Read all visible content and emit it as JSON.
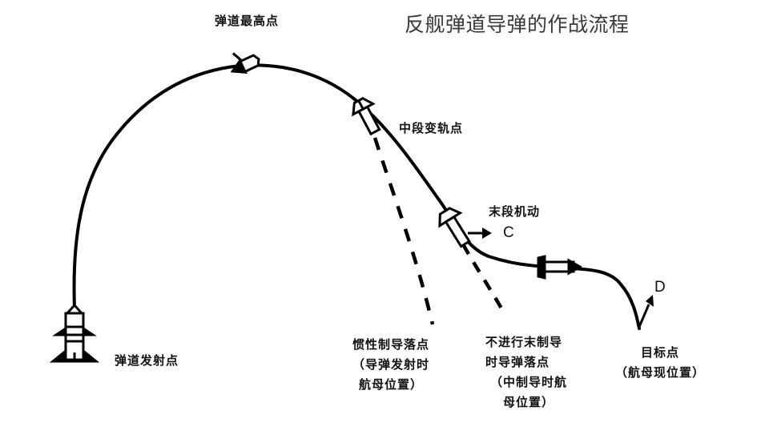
{
  "title": "反舰弹道导弹的作战流程",
  "colors": {
    "background": "#ffffff",
    "line": "#000000",
    "text": "#111111",
    "title": "#3a3a3a"
  },
  "labels": {
    "apex": "弹道最高点",
    "midcourse_turn": "中段变轨点",
    "terminal_maneuver": "末段机动",
    "launch_point": "弹道发射点",
    "point_c": "C",
    "point_d": "D",
    "inertial_impact": [
      "惯性制导落点",
      "（导弹发射时",
      "航母位置）"
    ],
    "no_terminal_impact": [
      "不进行末制导",
      "时导弹落点",
      "（中制导时航",
      "母位置）"
    ],
    "target_point": [
      "目标点",
      "（航母现位置）"
    ]
  },
  "icons": {
    "launcher": "missile-launcher-icon",
    "missile": "missile-icon",
    "arrow": "direction-arrow-icon"
  }
}
